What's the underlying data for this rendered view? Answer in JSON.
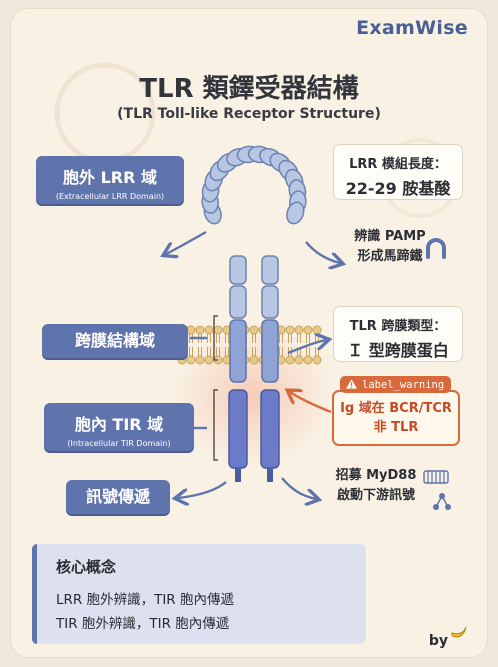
{
  "brand": "ExamWise",
  "title": "TLR 類鐸受器結構",
  "subtitle": "(TLR Toll-like Receptor Structure)",
  "left_labels": {
    "extracellular": {
      "main": "胞外 LRR 域",
      "sub": "(Extracellular LRR Domain)"
    },
    "transmembrane": {
      "main": "跨膜結構域"
    },
    "intracellular": {
      "main": "胞內 TIR 域",
      "sub": "(Intracellular TIR Domain)"
    },
    "signaling": {
      "main": "訊號傳遞"
    }
  },
  "right_notes": {
    "lrr_length": {
      "line1": "LRR 模組長度：",
      "line2": "22-29 胺基酸"
    },
    "pamp": {
      "line1": "辨識 PAMP",
      "line2": "形成馬蹄鐵"
    },
    "tlr_type": {
      "line1": "TLR 跨膜類型：",
      "line2": "Ｉ 型跨膜蛋白"
    },
    "warning": {
      "tag": "label_warning",
      "line1": "Ig 域在 BCR/TCR",
      "line2": "非 TLR"
    },
    "myd88": {
      "line1": "招募 MyD88",
      "line2": "啟動下游訊號"
    }
  },
  "concept": {
    "title": "核心概念",
    "line1": "LRR 胞外辨識，TIR 胞內傳遞",
    "line2": "TIR 胞外辨識，TIR 胞內傳遞"
  },
  "footer": {
    "by": "by"
  },
  "colors": {
    "accent": "#5f73ad",
    "warning": "#d9683b",
    "background": "#f8f1e4",
    "domain_fill": "#a9bbdc",
    "tir_fill": "#6b7bc8"
  },
  "icons": [
    "horseshoe-icon",
    "warning-icon",
    "coil-icon",
    "network-icon",
    "banana-icon"
  ]
}
